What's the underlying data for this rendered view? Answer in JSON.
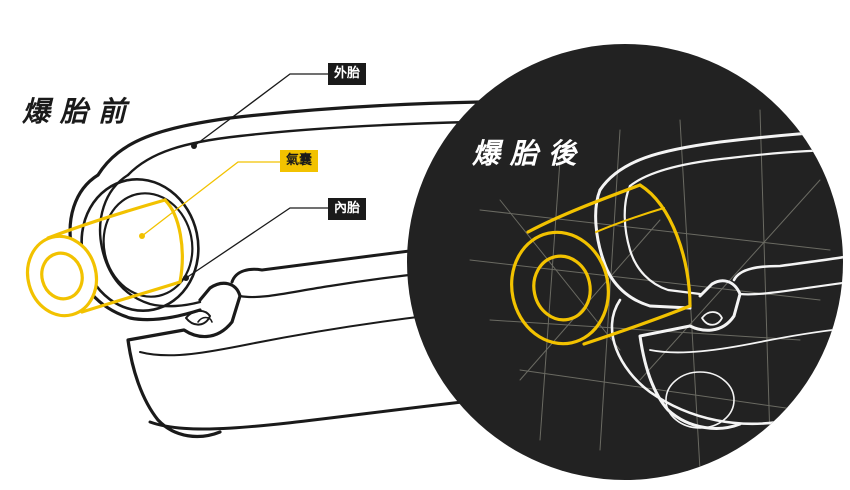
{
  "titles": {
    "before": "爆胎前",
    "after": "爆胎後"
  },
  "labels": {
    "tire": "外胎",
    "airbag": "氣囊",
    "inner_tube": "內胎"
  },
  "colors": {
    "ink": "#1a1a1a",
    "highlight": "#f2c200",
    "dark_bg": "#222222",
    "chalk": "#f4f4f4",
    "grid": "#6a6a62"
  }
}
